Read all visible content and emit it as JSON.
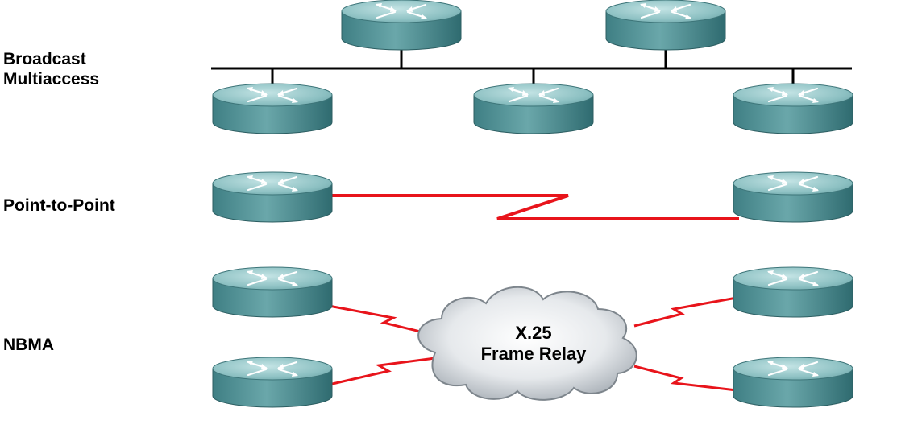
{
  "labels": {
    "broadcast_line1": "Broadcast",
    "broadcast_line2": "Multiaccess",
    "point_to_point": "Point-to-Point",
    "nbma": "NBMA"
  },
  "cloud": {
    "line1": "X.25",
    "line2": "Frame Relay"
  },
  "colors": {
    "router_body": "#4f8f93",
    "router_top": "#9ccccf",
    "serial_link": "#e8141b",
    "bus_line": "#000000"
  },
  "icons": {
    "router": "router-icon",
    "cloud": "cloud-icon",
    "serial": "serial-link-icon"
  }
}
